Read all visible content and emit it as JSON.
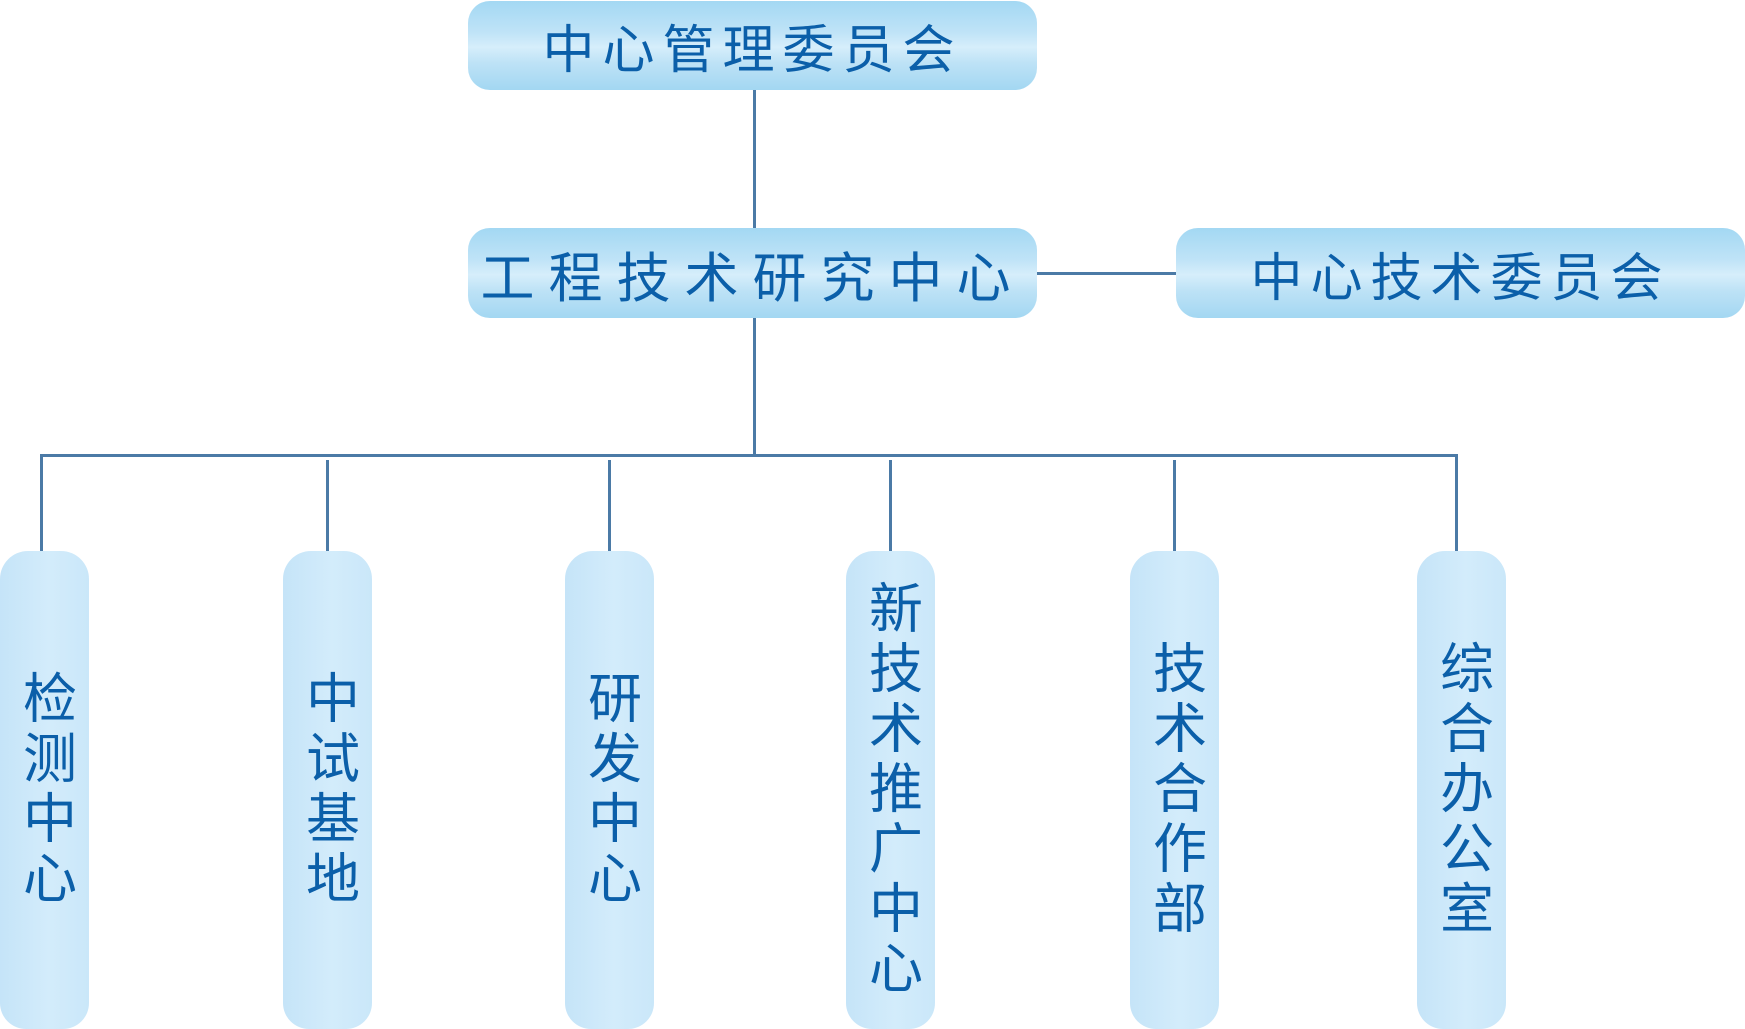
{
  "title": "组织结构图",
  "nodes": {
    "management_committee": "中心管理委员会",
    "research_center": "工程技术研究中心",
    "technical_committee": "中心技术委员会",
    "departments": [
      "检测中心",
      "中试基地",
      "研发中心",
      "新技术推广中心",
      "技术合作部",
      "综合办公室"
    ]
  },
  "colors": {
    "box_fill": "#bfe3f7",
    "box_fill_light": "#d6eefb",
    "text": "#0b5fa9",
    "connector": "#4b7aa6"
  },
  "edges": [
    [
      "中心管理委员会",
      "工程技术研究中心"
    ],
    [
      "工程技术研究中心",
      "中心技术委员会"
    ],
    [
      "工程技术研究中心",
      "检测中心"
    ],
    [
      "工程技术研究中心",
      "中试基地"
    ],
    [
      "工程技术研究中心",
      "研发中心"
    ],
    [
      "工程技术研究中心",
      "新技术推广中心"
    ],
    [
      "工程技术研究中心",
      "技术合作部"
    ],
    [
      "工程技术研究中心",
      "综合办公室"
    ]
  ]
}
